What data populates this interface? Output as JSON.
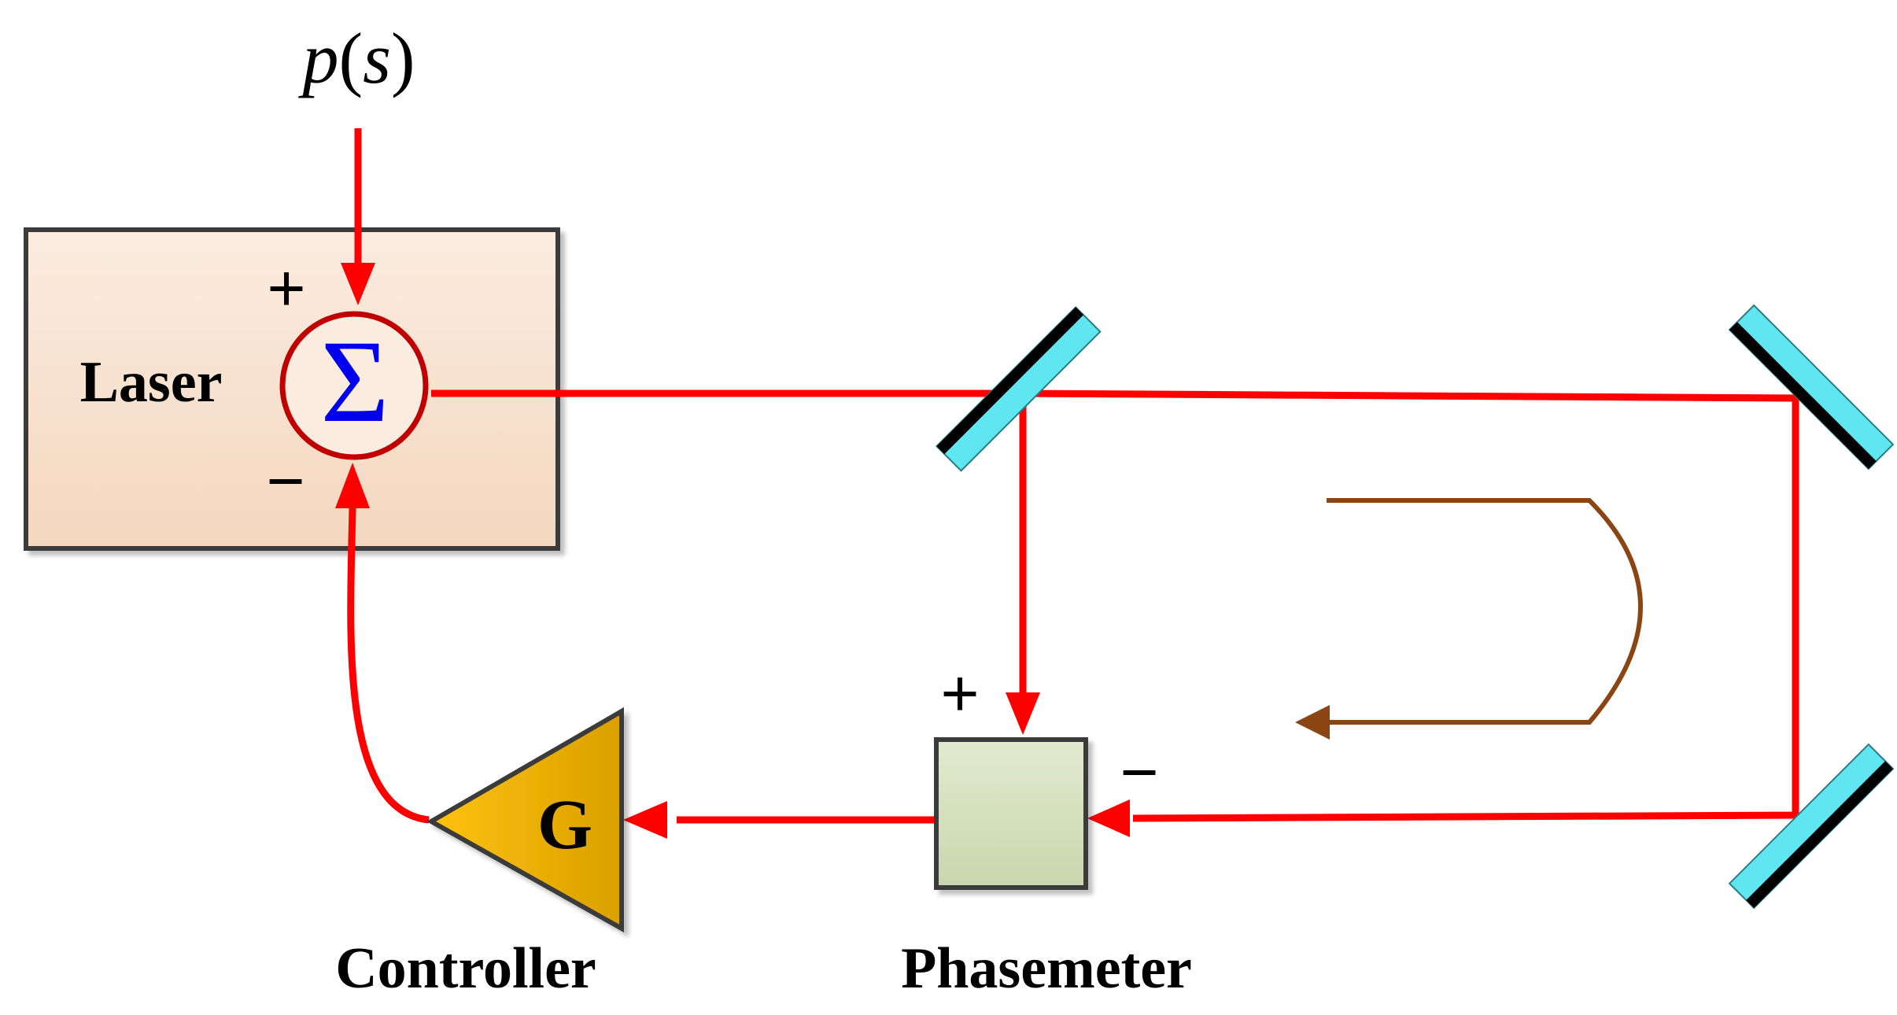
{
  "input": {
    "p": "p",
    "s": "s",
    "open": "(",
    "close": ")"
  },
  "laser": {
    "label": "Laser"
  },
  "summer": {
    "symbol": "Σ",
    "plus": "+",
    "minus": "−"
  },
  "phasemeter": {
    "label": "Phasemeter",
    "plus": "+",
    "minus": "−"
  },
  "controller": {
    "label": "Controller",
    "gain": "G"
  },
  "colors": {
    "beam": "#ff0000",
    "summer_ring": "#c00000",
    "sigma": "#0000ee",
    "laser_fill_top": "#fbece0",
    "laser_fill_bottom": "#f4d7bf",
    "phasemeter_fill_top": "#e2ead0",
    "phasemeter_fill_bottom": "#c9d6ad",
    "controller_fill_left": "#ffc20e",
    "controller_fill_right": "#d9a000",
    "mirror_glass": "#5fe6f0",
    "mirror_backing": "#000000",
    "direction_arrow": "#8b4513"
  }
}
